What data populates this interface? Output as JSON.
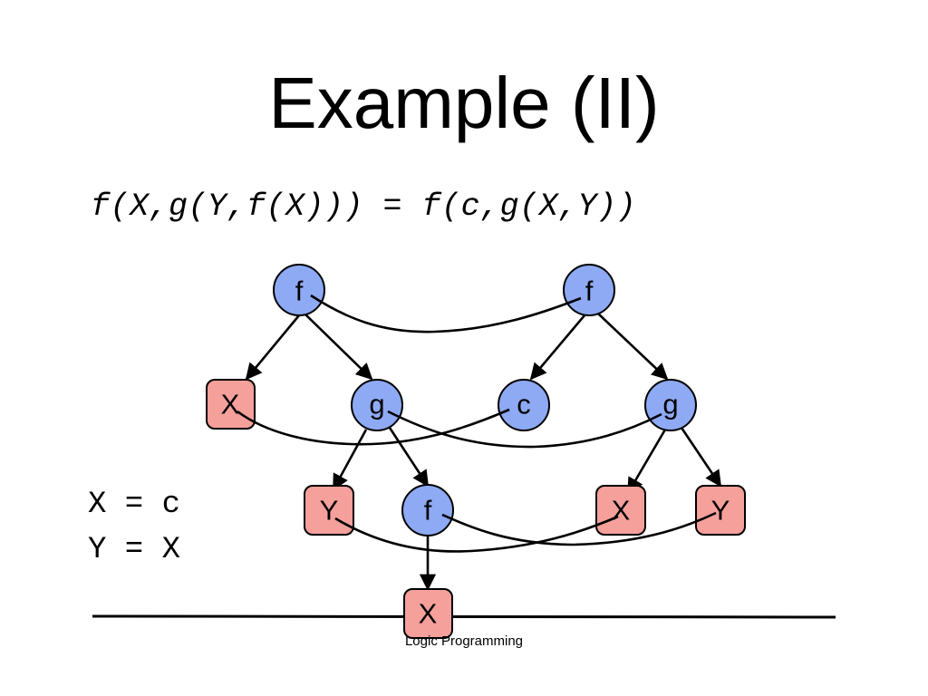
{
  "title": "Example (II)",
  "equation": "f(X,g(Y,f(X))) = f(c,g(X,Y))",
  "substitutions": [
    "X = c",
    "Y = X"
  ],
  "footer": "Logic Programming",
  "colors": {
    "function_node": "#8eaaf5",
    "variable_node": "#f6a09b",
    "edge": "#000000"
  },
  "trees": {
    "left": {
      "root": "f",
      "children": [
        {
          "label": "X",
          "kind": "variable"
        },
        {
          "label": "g",
          "kind": "function",
          "children": [
            {
              "label": "Y",
              "kind": "variable"
            },
            {
              "label": "f",
              "kind": "function",
              "children": [
                {
                  "label": "X",
                  "kind": "variable"
                }
              ]
            }
          ]
        }
      ]
    },
    "right": {
      "root": "f",
      "children": [
        {
          "label": "c",
          "kind": "function"
        },
        {
          "label": "g",
          "kind": "function",
          "children": [
            {
              "label": "X",
              "kind": "variable"
            },
            {
              "label": "Y",
              "kind": "variable"
            }
          ]
        }
      ]
    }
  },
  "node_labels": {
    "left_root": "f",
    "left_x": "X",
    "left_g": "g",
    "left_y": "Y",
    "left_f2": "f",
    "left_x2": "X",
    "right_root": "f",
    "right_c": "c",
    "right_g": "g",
    "right_x": "X",
    "right_y": "Y"
  },
  "correspondences": [
    [
      "left_root",
      "right_root"
    ],
    [
      "left_x",
      "right_c"
    ],
    [
      "left_g",
      "right_g"
    ],
    [
      "left_y",
      "right_x"
    ],
    [
      "left_f2",
      "right_y"
    ]
  ]
}
